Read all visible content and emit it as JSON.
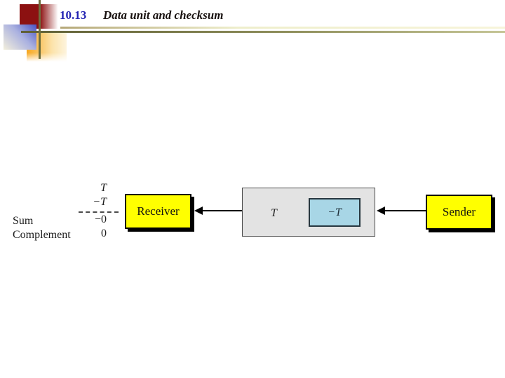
{
  "slide": {
    "title": {
      "number": "10.13",
      "caption": "Data unit and checksum",
      "number_color": "#2222b2",
      "caption_color": "#17100e"
    },
    "background_color": "#ffffff"
  },
  "decor": {
    "accent_line_color": "#6e6e3e",
    "red_square_color": "#8c1111",
    "blue_square_color": "#4953c4",
    "orange_square_color": "#f7a71f"
  },
  "diagram": {
    "calc": {
      "rows": [
        "T",
        "−T",
        "−0",
        "0"
      ],
      "sum_label": "Sum",
      "complement_label": "Complement"
    },
    "receiver_label": "Receiver",
    "sender_label": "Sender",
    "data_unit_label": "T",
    "checksum_label": "−T",
    "colors": {
      "node_fill": "#ffff00",
      "node_border": "#000000",
      "data_unit_fill": "#e3e3e3",
      "checksum_fill": "#a8d6e6",
      "arrow": "#000000"
    }
  }
}
